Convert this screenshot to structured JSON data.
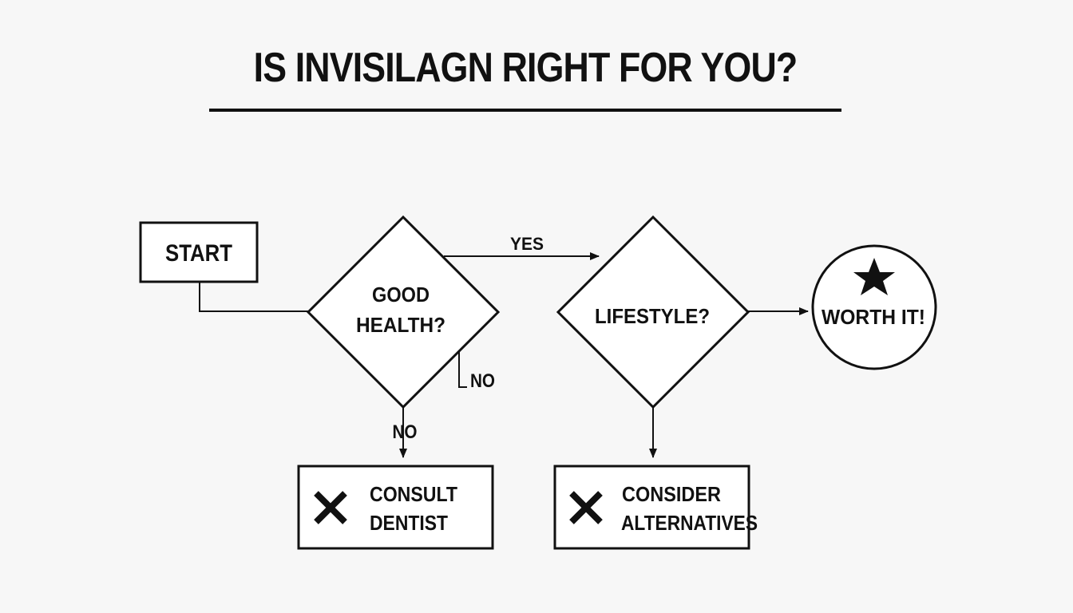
{
  "title": "IS INVISILAGN RIGHT FOR YOU?",
  "nodes": {
    "start": "START",
    "good_health": [
      "GOOD",
      "HEALTH?"
    ],
    "lifestyle": "LIFESTYLE?",
    "worth_it": "WORTH IT!",
    "consult_dentist": [
      "CONSULT",
      "DENTIST"
    ],
    "consider_alternatives": [
      "CONSIDER",
      "ALTERNATIVES"
    ]
  },
  "edges": {
    "yes": "YES",
    "no_side": "NO",
    "no_down": "NO"
  },
  "icons": {
    "terminal": "star-icon",
    "negative": "x-mark-icon"
  },
  "colors": {
    "ink": "#111111",
    "background": "#f7f7f7",
    "box_fill": "#ffffff"
  }
}
